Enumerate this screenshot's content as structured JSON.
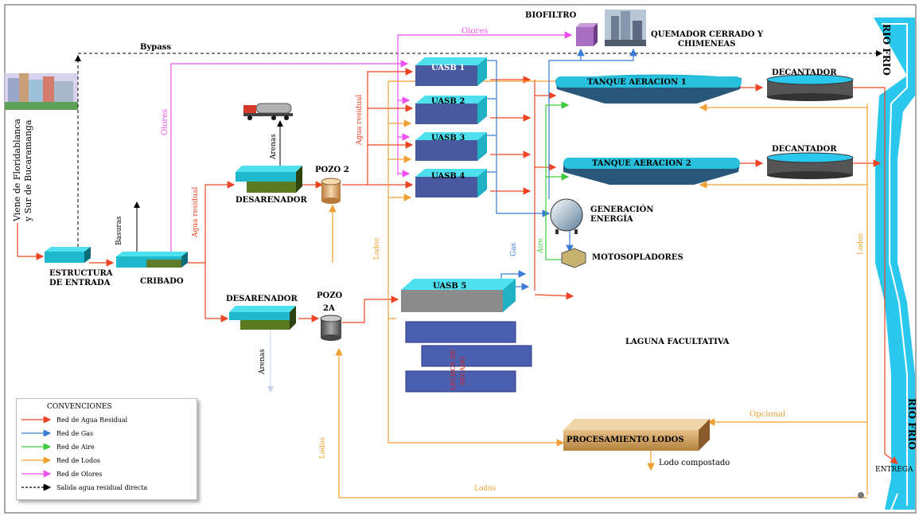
{
  "labels": {
    "bypass": "Bypass",
    "olores_top": "Olores",
    "olores_side": "Olores",
    "biofiltro": "BIOFILTRO",
    "quemador_1": "QUEMADOR CERRADO Y",
    "quemador_2": "CHIMENEAS",
    "rio_frio_top": "RIO FRIO",
    "rio_frio_bottom": "RIO FRIO",
    "entrega": "ENTREGA",
    "viene_1": "Viene de Floridablanca",
    "viene_2": "y Sur de Bucaramanga",
    "estructura_1": "ESTRUCTURA",
    "estructura_2": "DE ENTRADA",
    "cribado": "CRIBADO",
    "basuras": "Basuras",
    "agua_residual_1": "Agua residual",
    "agua_residual_2": "Agua residual",
    "arenas_1": "Arenas",
    "arenas_2": "Arenas",
    "desarenador_1": "DESARENADOR",
    "desarenador_2": "DESARENADOR",
    "pozo2": "POZO 2",
    "pozo2a_1": "POZO",
    "pozo2a_2": "2A",
    "uasb1": "UASB 1",
    "uasb2": "UASB 2",
    "uasb3": "UASB 3",
    "uasb4": "UASB 4",
    "uasb5": "UASB 5",
    "tanque1": "TANQUE AERACION 1",
    "tanque2": "TANQUE AERACION 2",
    "decantador_1": "DECANTADOR",
    "decantador_2": "DECANTADOR",
    "generacion_1": "GENERACIÓN",
    "generacion_2": "ENERGÍA",
    "motosopladores": "MOTOSOPLADORES",
    "gas": "Gas",
    "aire": "Aire",
    "lodos_1": "Lodos",
    "lodos_2": "Lodos",
    "lodos_3": "Lodos",
    "lodos_4": "Lodos",
    "lechos_1": "LECHOS DE",
    "lechos_2": "SECADO",
    "laguna": "LAGUNA FACULTATIVA",
    "opcional": "Opcional",
    "procesamiento": "PROCESAMIENTO LODOS",
    "lodo_compostado": "Lodo compostado"
  },
  "legend": {
    "title": "CONVENCIONES",
    "items": [
      {
        "label": "Red de Agua Residual",
        "color": "#ef4423"
      },
      {
        "label": "Red de Gas",
        "color": "#3a7bd5"
      },
      {
        "label": "Red de Aire",
        "color": "#3ec93e"
      },
      {
        "label": "Red de Lodos",
        "color": "#f0a030"
      },
      {
        "label": "Red de Olores",
        "color": "#f050f0"
      },
      {
        "label": "Salida agua residual directa",
        "color": "#000000"
      }
    ]
  },
  "colors": {
    "agua": "#ef4423",
    "gas": "#3a7bd5",
    "aire": "#3ec93e",
    "lodos": "#f0a030",
    "olores": "#f050f0",
    "river": "#2bc8ee"
  }
}
